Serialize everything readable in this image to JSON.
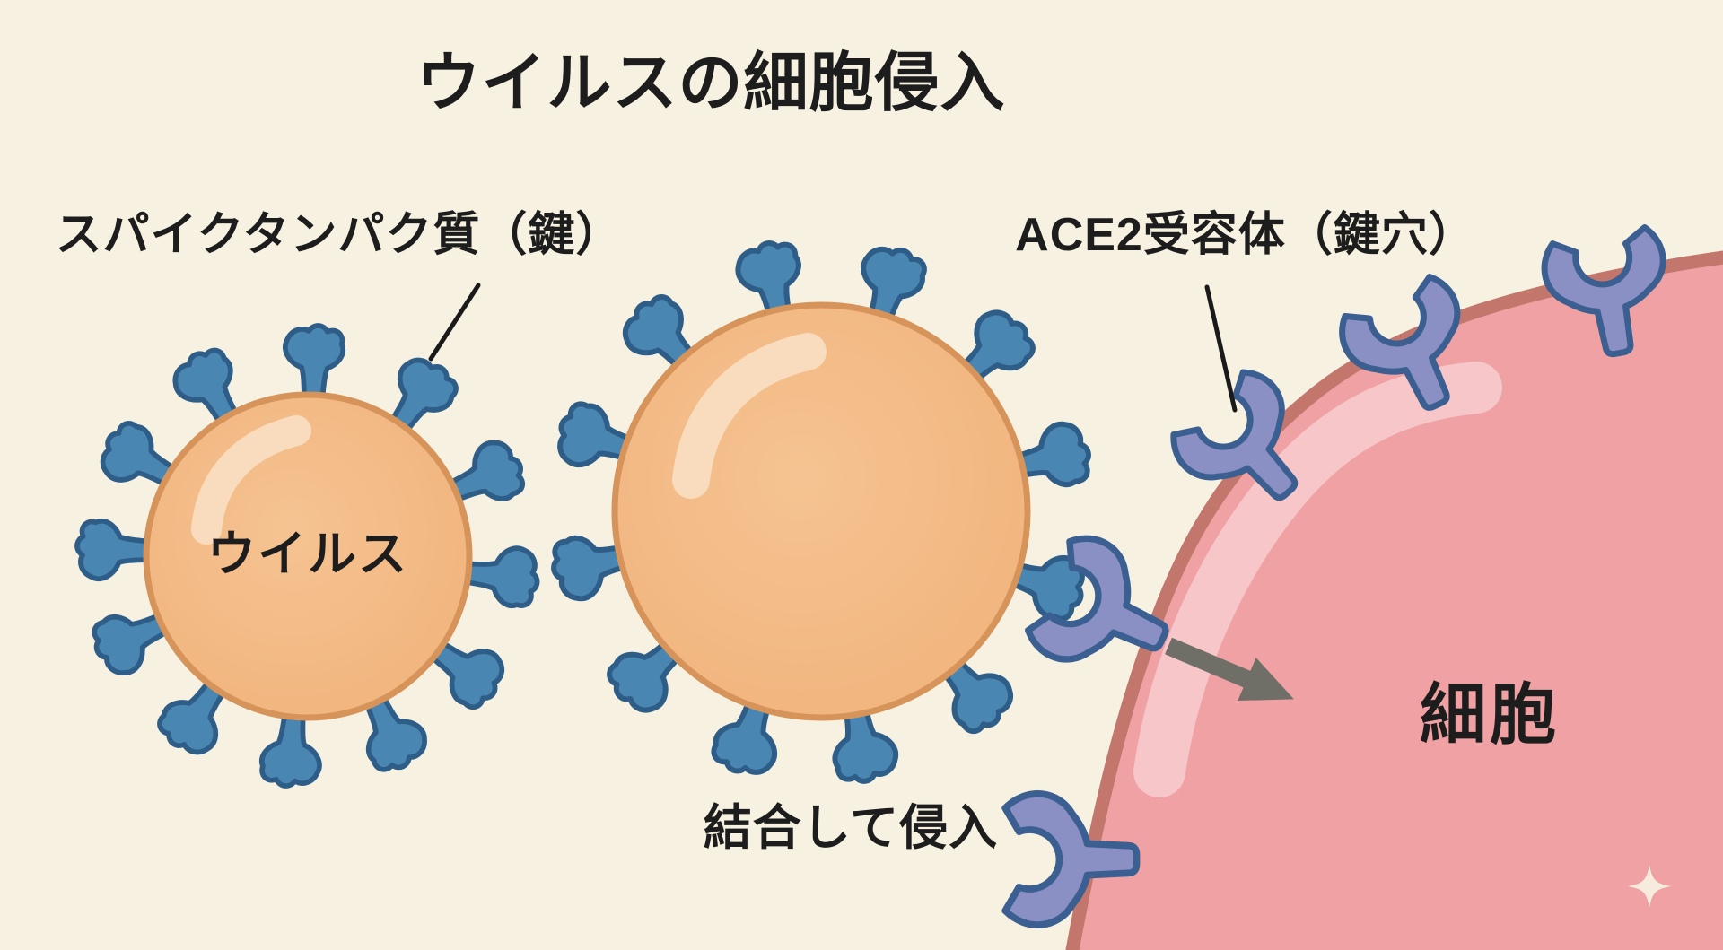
{
  "title": "ウイルスの細胞侵入",
  "labels": {
    "spike_protein": "スパイクタンパク質（鍵）",
    "ace2_receptor": "ACE2受容体（鍵穴）",
    "virus": "ウイルス",
    "cell": "細胞",
    "binding": "結合して侵入"
  },
  "colors": {
    "background": "#f6f1e1",
    "text": "#1d1d1d",
    "virus-fill": "#f1b47d",
    "virus-fill-light": "#f5c392",
    "virus-stroke": "#d6935a",
    "virus-highlight": "#f8dcbd",
    "spike-fill": "#4a86b2",
    "spike-stroke": "#2e5e88",
    "cell-fill": "#efa1a3",
    "cell-stroke": "#c3766c",
    "cell-highlight": "#f6c6c9",
    "receptor-fill": "#8b90c4",
    "receptor-stroke": "#3c5f92",
    "arrow": "#6f6f68",
    "pointer-line": "#1a1a1a",
    "sparkle": "#f7f3e3"
  }
}
